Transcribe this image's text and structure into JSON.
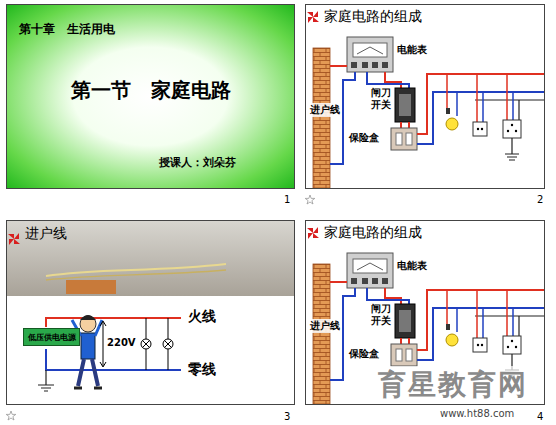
{
  "diagram": {
    "nodes": [
      {
        "text": [
          "第十章　生活用电",
          "第一节　家庭电路",
          "授课人：刘朵芬"
        ]
      },
      {
        "text": [
          "家庭电路的组成"
        ]
      },
      {
        "text": [
          "进户线"
        ]
      },
      {
        "text": [
          "低压供电电源"
        ],
        "in": 2
      },
      {
        "text": [
          "家庭电路的组成"
        ]
      }
    ],
    "labels": [
      "1",
      "电能表",
      "进户线",
      "闸刀开关",
      "保险盒",
      "2",
      "220V",
      "火线",
      "零线",
      "3",
      "电能表",
      "进户线",
      "闸刀开关",
      "保险盒",
      "4",
      "育星教育网",
      "www.ht88.com"
    ]
  }
}
